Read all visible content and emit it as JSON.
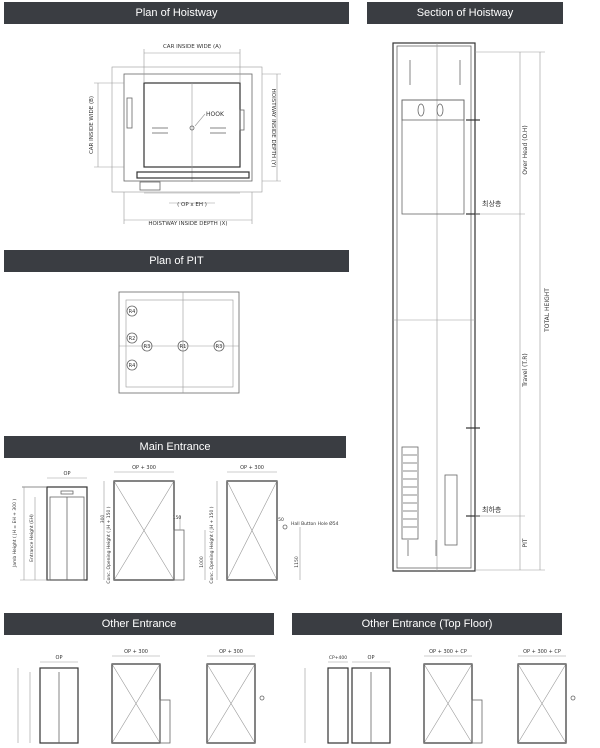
{
  "headers": {
    "plan_hoistway": "Plan of Hoistway",
    "section_hoistway": "Section of Hoistway",
    "plan_pit": "Plan of PIT",
    "main_entrance": "Main Entrance",
    "other_entrance": "Other Entrance",
    "other_entrance_top": "Other Entrance (Top Floor)"
  },
  "plan_hoistway": {
    "car_inside_wide": "CAR INSIDE WIDE (A)",
    "car_inside_wide_b": "CAR INSIDE WIDE (B)",
    "hoistway_depth_y": "HOISTWAY INSIDE DEPTH (Y)",
    "hoistway_depth_x": "HOISTWAY INSIDE DEPTH (X)",
    "hook": "HOOK",
    "op_eh": "( OP x EH )"
  },
  "section": {
    "over_head": "Over Head (O.H)",
    "total_height": "TOTAL HEIGHT",
    "travel": "Travel (T.R)",
    "pit": "PIT",
    "top_floor": "최상층",
    "bottom_floor": "최하층"
  },
  "pit": {
    "r1": "R1",
    "r2": "R2",
    "r3a": "R3",
    "r3b": "R3",
    "r4a": "R4",
    "r4b": "R4"
  },
  "main_entrance": {
    "op": "OP",
    "op300a": "OP + 300",
    "op300b": "OP + 300",
    "jamb_height": "Jamb Height ( JH = EH + 300 )",
    "entrance_height": "Entrance Height (EH)",
    "conc_opening_a": "Conc. Opening Height ( JH + 150 )",
    "conc_opening_b": "Conc. Opening Height ( JH + 150 )",
    "hall_button": "Hall Button Hole Ø54",
    "d1000": "1000",
    "d1150": "1150",
    "d150": "150",
    "d300": "300",
    "d50": "50"
  },
  "other_entrance": {
    "op": "OP",
    "op300a": "OP + 300",
    "op300b": "OP + 300"
  },
  "other_top": {
    "cp400": "CP+400",
    "op": "OP",
    "op300cpa": "OP + 300 + CP",
    "op300cpb": "OP + 300 + CP"
  }
}
